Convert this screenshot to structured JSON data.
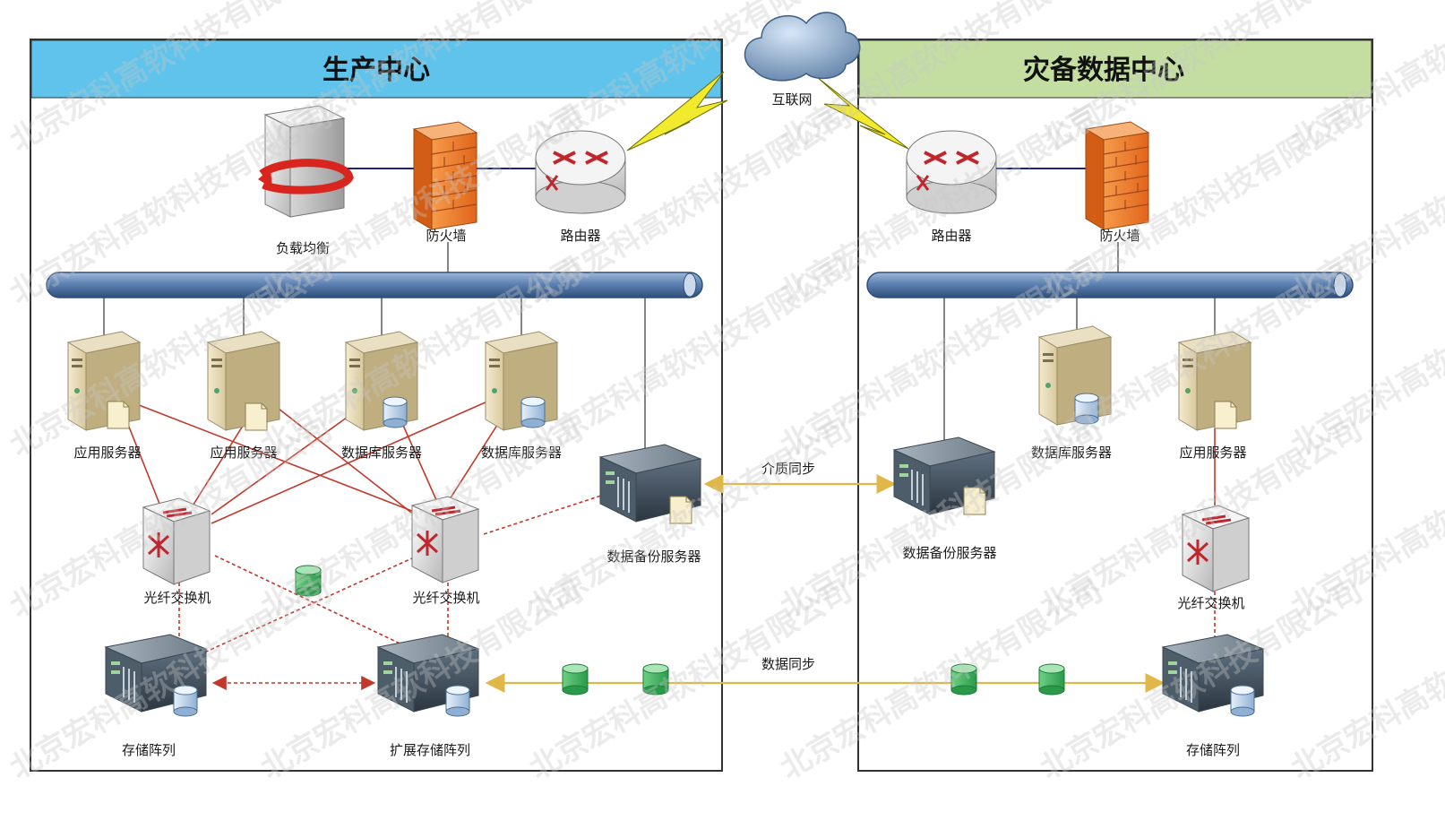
{
  "colors": {
    "prod_header": "#5fc3ec",
    "dr_header": "#c3dea0",
    "fiber_link": "#c0392b",
    "sync_link": "#e0b84a",
    "lan_link": "#1a237e",
    "wan_bolt": "#f2ea2c"
  },
  "prod": {
    "title": "生产中心",
    "load_balancer": "负载均衡",
    "firewall": "防火墙",
    "router": "路由器",
    "app_server_1": "应用服务器",
    "app_server_2": "应用服务器",
    "db_server_1": "数据库服务器",
    "db_server_2": "数据库服务器",
    "fc_switch_1": "光纤交换机",
    "fc_switch_2": "光纤交换机",
    "backup_server": "数据备份服务器",
    "storage": "存储阵列",
    "ext_storage": "扩展存储阵列"
  },
  "dr": {
    "title": "灾备数据中心",
    "router": "路由器",
    "firewall": "防火墙",
    "backup_server": "数据备份服务器",
    "db_server": "数据库服务器",
    "app_server": "应用服务器",
    "fc_switch": "光纤交换机",
    "storage": "存储阵列"
  },
  "internet": "互联网",
  "media_sync": "介质同步",
  "data_sync": "数据同步",
  "watermark": "北京宏科高软科技有限公司"
}
